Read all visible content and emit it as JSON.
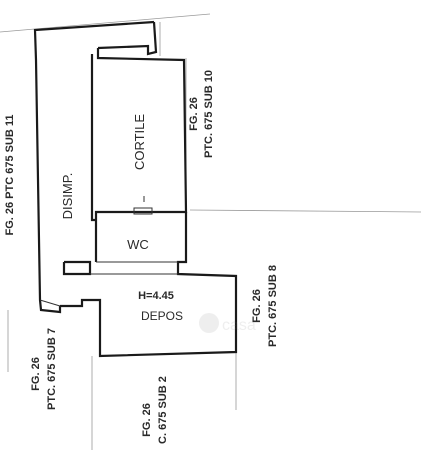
{
  "rooms": {
    "disimp": "DISIMP.",
    "cortile": "CORTILE",
    "wc": "WC",
    "height": "H=4.45",
    "depos": "DEPOS"
  },
  "neighbors": {
    "sub11": "FG. 26 PTC 675 SUB 11",
    "sub10_fg": "FG. 26",
    "sub10_ptc": "PTC. 675 SUB 10",
    "sub8_fg": "FG. 26",
    "sub8_ptc": "PTC. 675 SUB 8",
    "sub7_fg": "FG. 26",
    "sub7_ptc": "PTC. 675 SUB 7",
    "sub2_fg": "FG. 26",
    "sub2_ptc": "C. 675 SUB 2"
  },
  "watermark": "casa",
  "colors": {
    "ink": "#1a1a1a",
    "paper": "#ffffff"
  }
}
